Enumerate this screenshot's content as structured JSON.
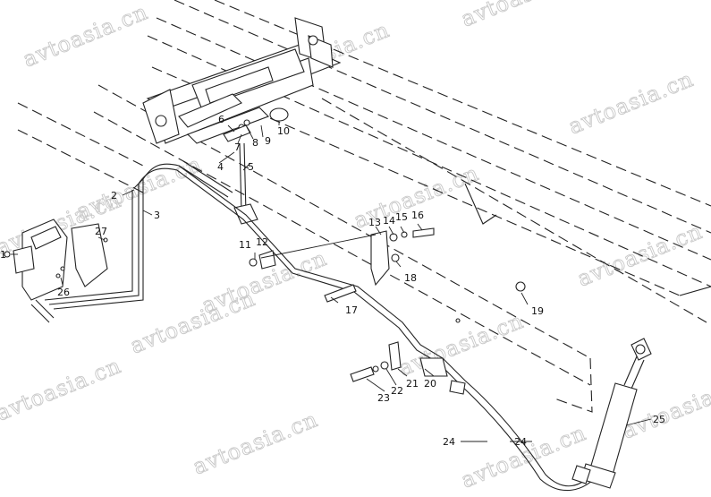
{
  "watermark": {
    "text": "avtoasia.cn"
  },
  "callouts": [
    "1",
    "2",
    "3",
    "4",
    "5",
    "6",
    "7",
    "8",
    "9",
    "10",
    "11",
    "12",
    "13",
    "14",
    "15",
    "16",
    "17",
    "18",
    "19",
    "20",
    "21",
    "22",
    "23",
    "24",
    "24",
    "25",
    "26",
    "27"
  ]
}
